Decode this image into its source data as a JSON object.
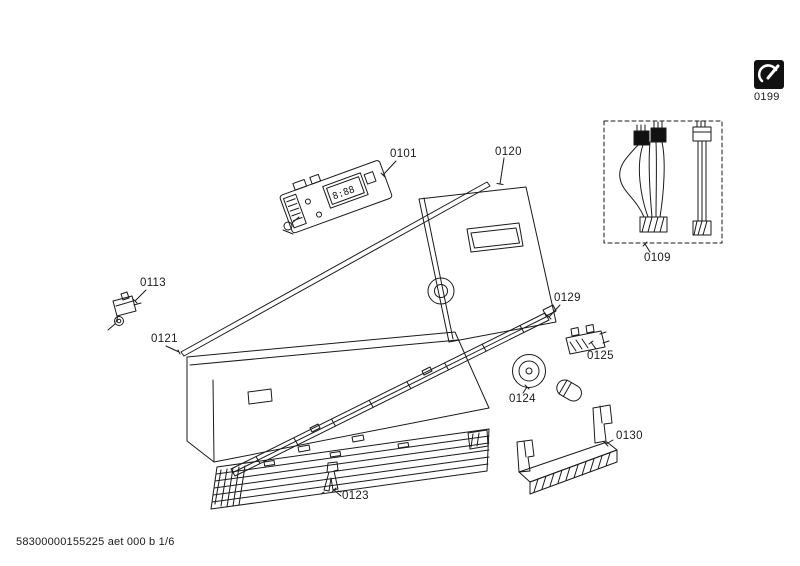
{
  "page": {
    "footer_code": "58300000155225 aet 000 b 1/6"
  },
  "corner": {
    "icon": "service-wrench-icon",
    "label": "0199"
  },
  "module": {
    "display": "8:88"
  },
  "labels": {
    "0101": "0101",
    "0109": "0109",
    "0113": "0113",
    "0120": "0120",
    "0121": "0121",
    "0123": "0123",
    "0124": "0124",
    "0125": "0125",
    "0129": "0129",
    "0130": "0130"
  },
  "colors": {
    "line": "#1a1a1a",
    "background": "#ffffff",
    "icon_bg": "#111111"
  }
}
